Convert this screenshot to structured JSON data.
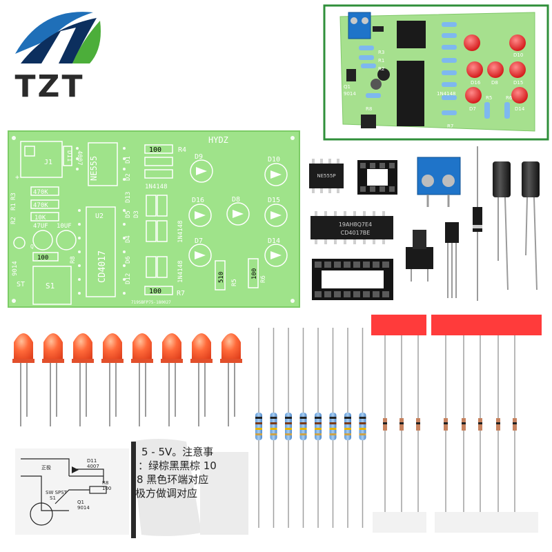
{
  "brand": {
    "name": "TZT",
    "colors": {
      "logo_blue": "#1f6fb8",
      "logo_green": "#4cae3a",
      "logo_dark": "#0c2f5e",
      "text": "#2b2b2b"
    }
  },
  "colors": {
    "pcb_green": "#9fe38a",
    "pcb_dark": "#5cae4c",
    "inset_border": "#2f8f3a",
    "led_red": "#ff5a3a",
    "tape_red": "#ff3b3b",
    "terminal_blue": "#1f74c9"
  },
  "pcb": {
    "brand_mark": "HYDZ",
    "footer_code": "719SBFP75-180027",
    "labels": {
      "j1": "J1",
      "d11": "D11",
      "d11_part": "4007",
      "ne555": "NE555",
      "r4_value": "100",
      "r4": "R4",
      "d1": "D1",
      "d2": "D2",
      "d13": "D13",
      "d5": "D5",
      "d3": "D3",
      "d4": "D4",
      "d6": "D6",
      "d12": "D12",
      "diode_1n4148_a": "1N4148",
      "diode_1n4148_b": "1N4148",
      "diode_1n4148_c": "1N4148",
      "r3": "R3",
      "r1": "R1",
      "r2": "R2",
      "r3_value": "470K",
      "r1_value": "470K",
      "r2_value": "10K",
      "cap_47uf": "47UF",
      "cap_10uf": "10UF",
      "q": "Q",
      "q_part": "9014",
      "r8": "R8",
      "r8_value": "100",
      "u2": "U2",
      "cd4017": "CD4017",
      "st": "ST",
      "s1": "S1",
      "plus": "+",
      "d9": "D9",
      "d10": "D10",
      "d16": "D16",
      "d8": "D8",
      "d15": "D15",
      "d7": "D7",
      "d14": "D14",
      "r5": "R5",
      "r5_value": "510",
      "r6": "R6",
      "r6_value": "100",
      "r7": "R7",
      "r7_value": "100"
    }
  },
  "inset": {
    "labels": {
      "r3": "R3",
      "r1": "R1",
      "r2": "R2",
      "q1": "Q1",
      "part_9014": "9014",
      "part_1n4148": "1N4148",
      "r5": "R5",
      "r6": "R6",
      "r7": "R7",
      "r8": "R8",
      "d10": "D10",
      "d16": "D16",
      "d8": "D8",
      "d15": "D15",
      "d7": "D7",
      "d14": "D14"
    }
  },
  "components": {
    "ne555_chip": "NE555P",
    "cd4017_chip": "CD4017BE",
    "chip_code": "19AH8Q7E4",
    "led_count": 8,
    "resistor_count": 8,
    "diode_tape_count": 8
  },
  "manual": {
    "line1": "5 - 5V。注意事",
    "line2": "：绿棕黑黑棕 10",
    "line3": "8 黑色环端对应",
    "line4": "极方做调对应",
    "schematic_labels": {
      "pos": "正极",
      "d11": "D11",
      "d11_part": "4007",
      "r8": "R8",
      "r8_value": "100",
      "sw": "SW SPST",
      "s1": "S1",
      "q1": "Q1",
      "q1_part": "9014"
    }
  }
}
